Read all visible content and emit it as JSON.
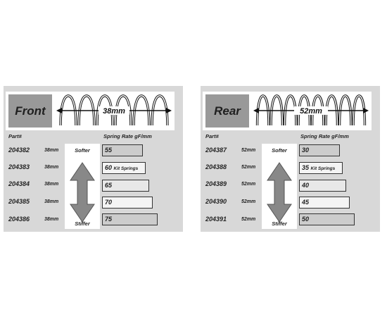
{
  "headers": {
    "part": "Part#",
    "rate": "Spring Rate gF/mm"
  },
  "labels": {
    "softer": "Softer",
    "stiffer": "Stiffer"
  },
  "colors": {
    "panel": "#d8d8d8",
    "title_box": "#999999",
    "bar_light": "#f4f4f4",
    "bar_mid": "#e8e8e8",
    "bar_dark": "#cccccc"
  },
  "front": {
    "title": "Front",
    "spring_label": "38mm",
    "rows": [
      {
        "part": "204382",
        "length": "38mm",
        "rate": "55",
        "note": ""
      },
      {
        "part": "204383",
        "length": "38mm",
        "rate": "60",
        "note": "Kit Springs"
      },
      {
        "part": "204384",
        "length": "38mm",
        "rate": "65",
        "note": ""
      },
      {
        "part": "204385",
        "length": "38mm",
        "rate": "70",
        "note": ""
      },
      {
        "part": "204386",
        "length": "38mm",
        "rate": "75",
        "note": ""
      }
    ]
  },
  "rear": {
    "title": "Rear",
    "spring_label": "52mm",
    "rows": [
      {
        "part": "204387",
        "length": "52mm",
        "rate": "30",
        "note": ""
      },
      {
        "part": "204388",
        "length": "52mm",
        "rate": "35",
        "note": "Kit Springs"
      },
      {
        "part": "204389",
        "length": "52mm",
        "rate": "40",
        "note": ""
      },
      {
        "part": "204390",
        "length": "52mm",
        "rate": "45",
        "note": ""
      },
      {
        "part": "204391",
        "length": "52mm",
        "rate": "50",
        "note": ""
      }
    ]
  }
}
